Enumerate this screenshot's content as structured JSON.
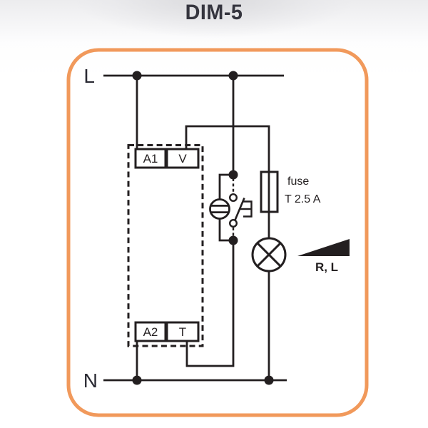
{
  "title": "DIM-5",
  "colors": {
    "frame_orange": "#F1995B",
    "wire_dark": "#231F20",
    "label_dark": "#2A2A33",
    "background": "#FFFFFF"
  },
  "diagram": {
    "power_labels": {
      "line": "L",
      "neutral": "N"
    },
    "terminals": {
      "a1": "A1",
      "v": "V",
      "a2": "A2",
      "t": "T"
    },
    "fuse": {
      "name": "fuse",
      "rating": "T 2.5 A"
    },
    "load": {
      "types": "R, L"
    },
    "icons": {
      "lamp": "circle-with-cross",
      "glow_lamp": "circle-with-parallel-bars",
      "push_button": "momentary-contact-with-actuator",
      "dimmer_ramp": "filled-right-triangle"
    }
  }
}
